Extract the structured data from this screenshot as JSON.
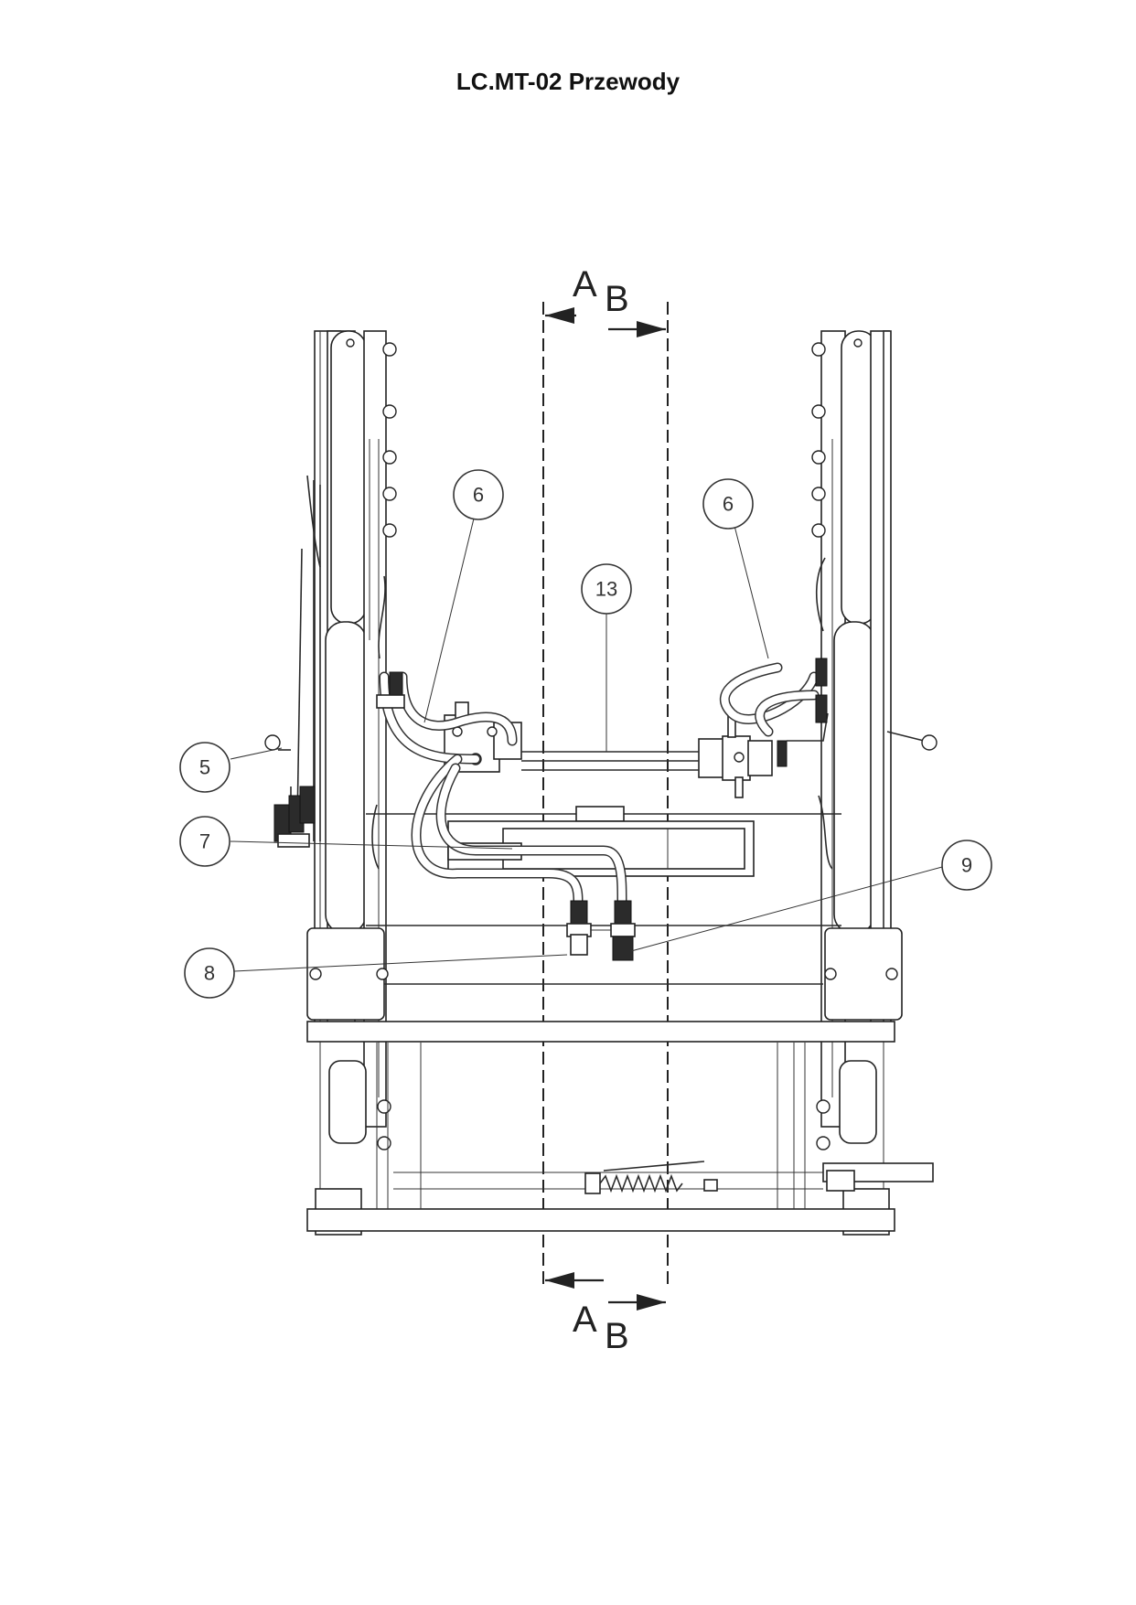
{
  "page": {
    "title": "LC.MT-02 Przewody"
  },
  "section_marks": {
    "top": {
      "letter_a": "A",
      "letter_b": "B"
    },
    "bottom": {
      "letter_a": "A",
      "letter_b": "B"
    }
  },
  "balloons": [
    {
      "id": "balloon-6-left",
      "label": "6"
    },
    {
      "id": "balloon-6-right",
      "label": "6"
    },
    {
      "id": "balloon-13",
      "label": "13"
    },
    {
      "id": "balloon-5",
      "label": "5"
    },
    {
      "id": "balloon-7",
      "label": "7"
    },
    {
      "id": "balloon-9",
      "label": "9"
    },
    {
      "id": "balloon-8",
      "label": "8"
    }
  ]
}
